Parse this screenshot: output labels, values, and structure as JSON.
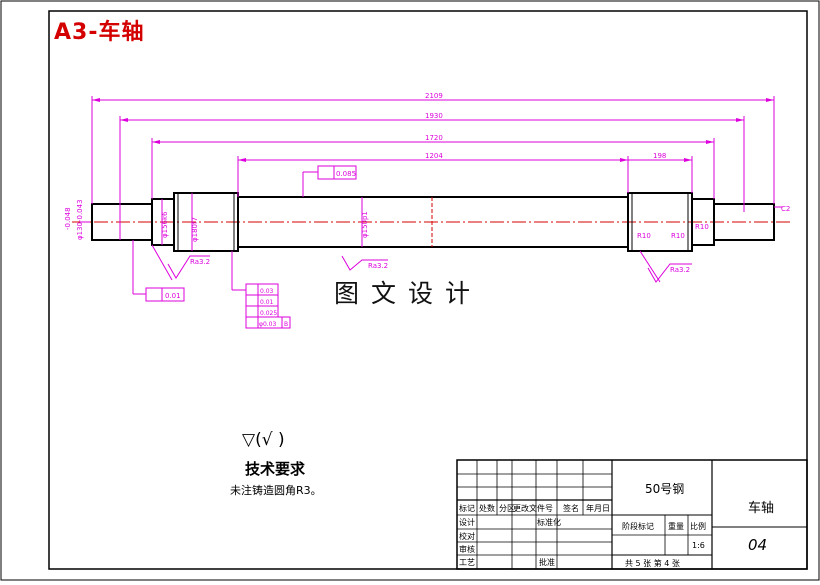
{
  "stamp": "A3-车轴",
  "watermark": "图文设计",
  "dimensions": {
    "overall": "2109",
    "second": "1930",
    "third": "1720",
    "middle": "1204",
    "right_part": "198",
    "left_dia_1": "-0.048",
    "left_dia_2": "φ130-0.043",
    "dia_a": "φ156k6",
    "dia_b": "φ180f7",
    "dia_main": "φ150p1",
    "chamfer": "C2"
  },
  "surface": {
    "left": "Ra3.2",
    "center": "Ra3.2",
    "right": "Ra3.2"
  },
  "fillets": {
    "r1": "R10",
    "r2": "R10",
    "r3": "R10"
  },
  "tolerances": {
    "top_frame_value": "0.085",
    "left_frame_value": "0.01",
    "stack": [
      "0.03",
      "0.01",
      "0.025",
      "φ0.03"
    ],
    "stack_datum": "B"
  },
  "tech": {
    "symbol": "▽(√ )",
    "title": "技术要求",
    "note": "未注铸造圆角R3。"
  },
  "title_block": {
    "headers": [
      "标记",
      "处数",
      "分区",
      "更改文件号",
      "签名",
      "年月日"
    ],
    "rows": [
      "设计",
      "校对",
      "审核",
      "工艺"
    ],
    "std": "标准化",
    "approve": "批准",
    "material": "50号钢",
    "part_name": "车轴",
    "stage": "阶段标记",
    "weight": "重量",
    "scale_label": "比例",
    "scale": "1:6",
    "drawing_no": "04",
    "sheets": "共 5 张  第 4 张"
  }
}
